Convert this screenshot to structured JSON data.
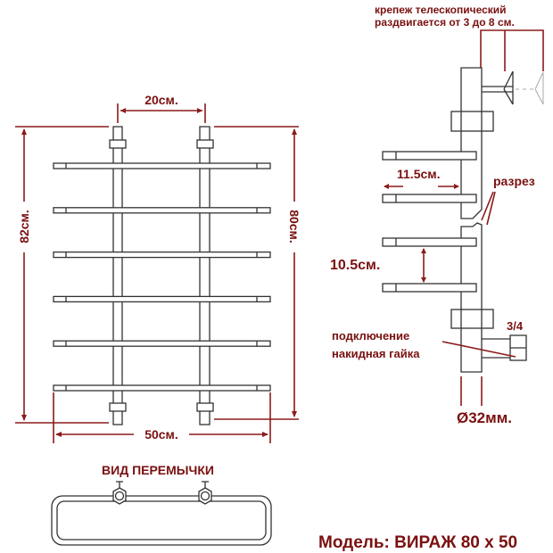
{
  "colors": {
    "annotation": "#7a1010",
    "outline": "#333333",
    "background": "#ffffff"
  },
  "front_view": {
    "spacing_label": "20см.",
    "height_label": "82см.",
    "axis_height_label": "80см.",
    "width_label": "50см.",
    "crossbar_count": 6
  },
  "side_view": {
    "mount_line1": "крепеж телескопический",
    "mount_line2": "раздвигается от 3 до 8 см.",
    "bar_depth_label": "11.5см.",
    "section_label": "разрез",
    "bar_gap_label": "10.5см.",
    "thread_label": "3/4",
    "connection_line1": "подключение",
    "connection_line2": "накидная гайка",
    "pipe_diameter_label": "Ø32мм."
  },
  "top_view": {
    "title": "ВИД ПЕРЕМЫЧКИ"
  },
  "model_label": "Модель: ВИРАЖ 80 х 50"
}
